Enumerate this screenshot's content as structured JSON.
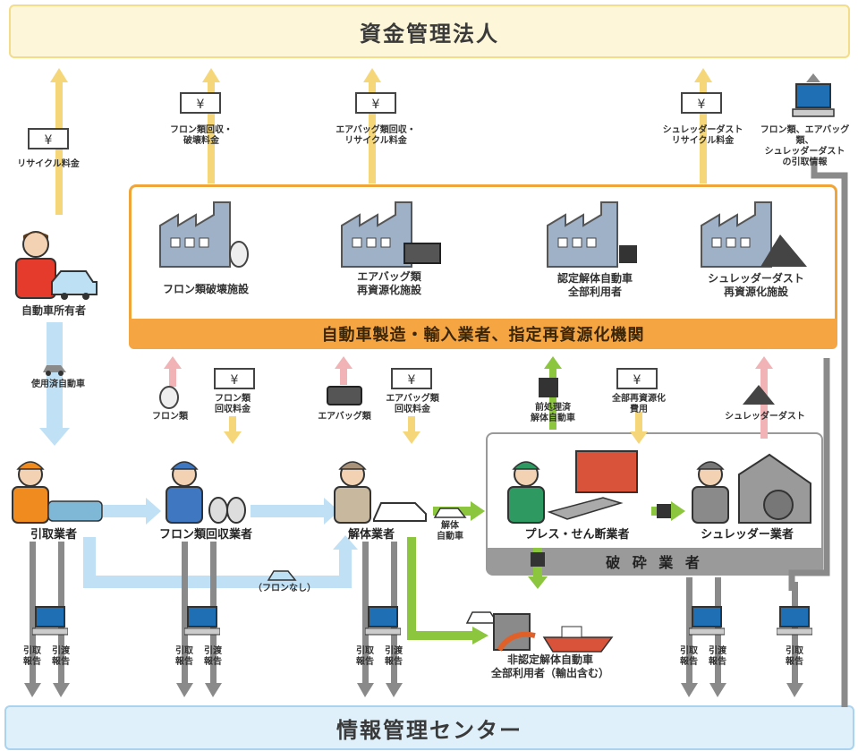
{
  "header": {
    "title": "資金管理法人"
  },
  "footer": {
    "title": "情報管理センター"
  },
  "fees": {
    "recycle": "リサイクル料金",
    "freon": "フロン類回収・\n破壊料金",
    "airbag": "エアバッグ類回収・\nリサイクル料金",
    "shredder": "シュレッダーダスト\nリサイクル料金",
    "freon_collect": "フロン類\n回収料金",
    "airbag_collect": "エアバッグ類\n回収料金",
    "full_recycle": "全部再資源化\n費用",
    "currency_symbol": "¥"
  },
  "handover_info": "フロン類、エアバッグ類、\nシュレッダーダスト\nの引取情報",
  "facilities": {
    "freon": "フロン類破壊施設",
    "airbag": "エアバッグ類\n再資源化施設",
    "approved": "認定解体自動車\n全部利用者",
    "shredder": "シュレッダーダスト\n再資源化施設"
  },
  "manufacturer_bar": "自動車製造・輸入業者、指定再資源化機関",
  "owner": "自動車所有者",
  "used_car": "使用済自動車",
  "items": {
    "freon": "フロン類",
    "airbag": "エアバッグ類",
    "pretreated": "前処理済\n解体自動車",
    "shredder_dust": "シュレッダーダスト",
    "dismantled_car": "解体\n自動車",
    "no_freon": "（フロンなし）"
  },
  "actors": {
    "collector": "引取業者",
    "freon_collector": "フロン類回収業者",
    "dismantler": "解体業者",
    "press": "プレス・せん断業者",
    "shredder": "シュレッダー業者",
    "crusher_group": "破 砕 業 者",
    "non_approved": "非認定解体自動車\n全部利用者（輸出含む）"
  },
  "reports": {
    "pickup": "引取\n報告",
    "handover": "引渡\n報告"
  },
  "colors": {
    "money_arrow": "#f5d77a",
    "return_arrow": "#f2b3b6",
    "green_arrow": "#8cc63f",
    "blue_arrow": "#bfe0f5",
    "gray_arrow": "#8a8a8a",
    "orange": "#f5a542"
  }
}
